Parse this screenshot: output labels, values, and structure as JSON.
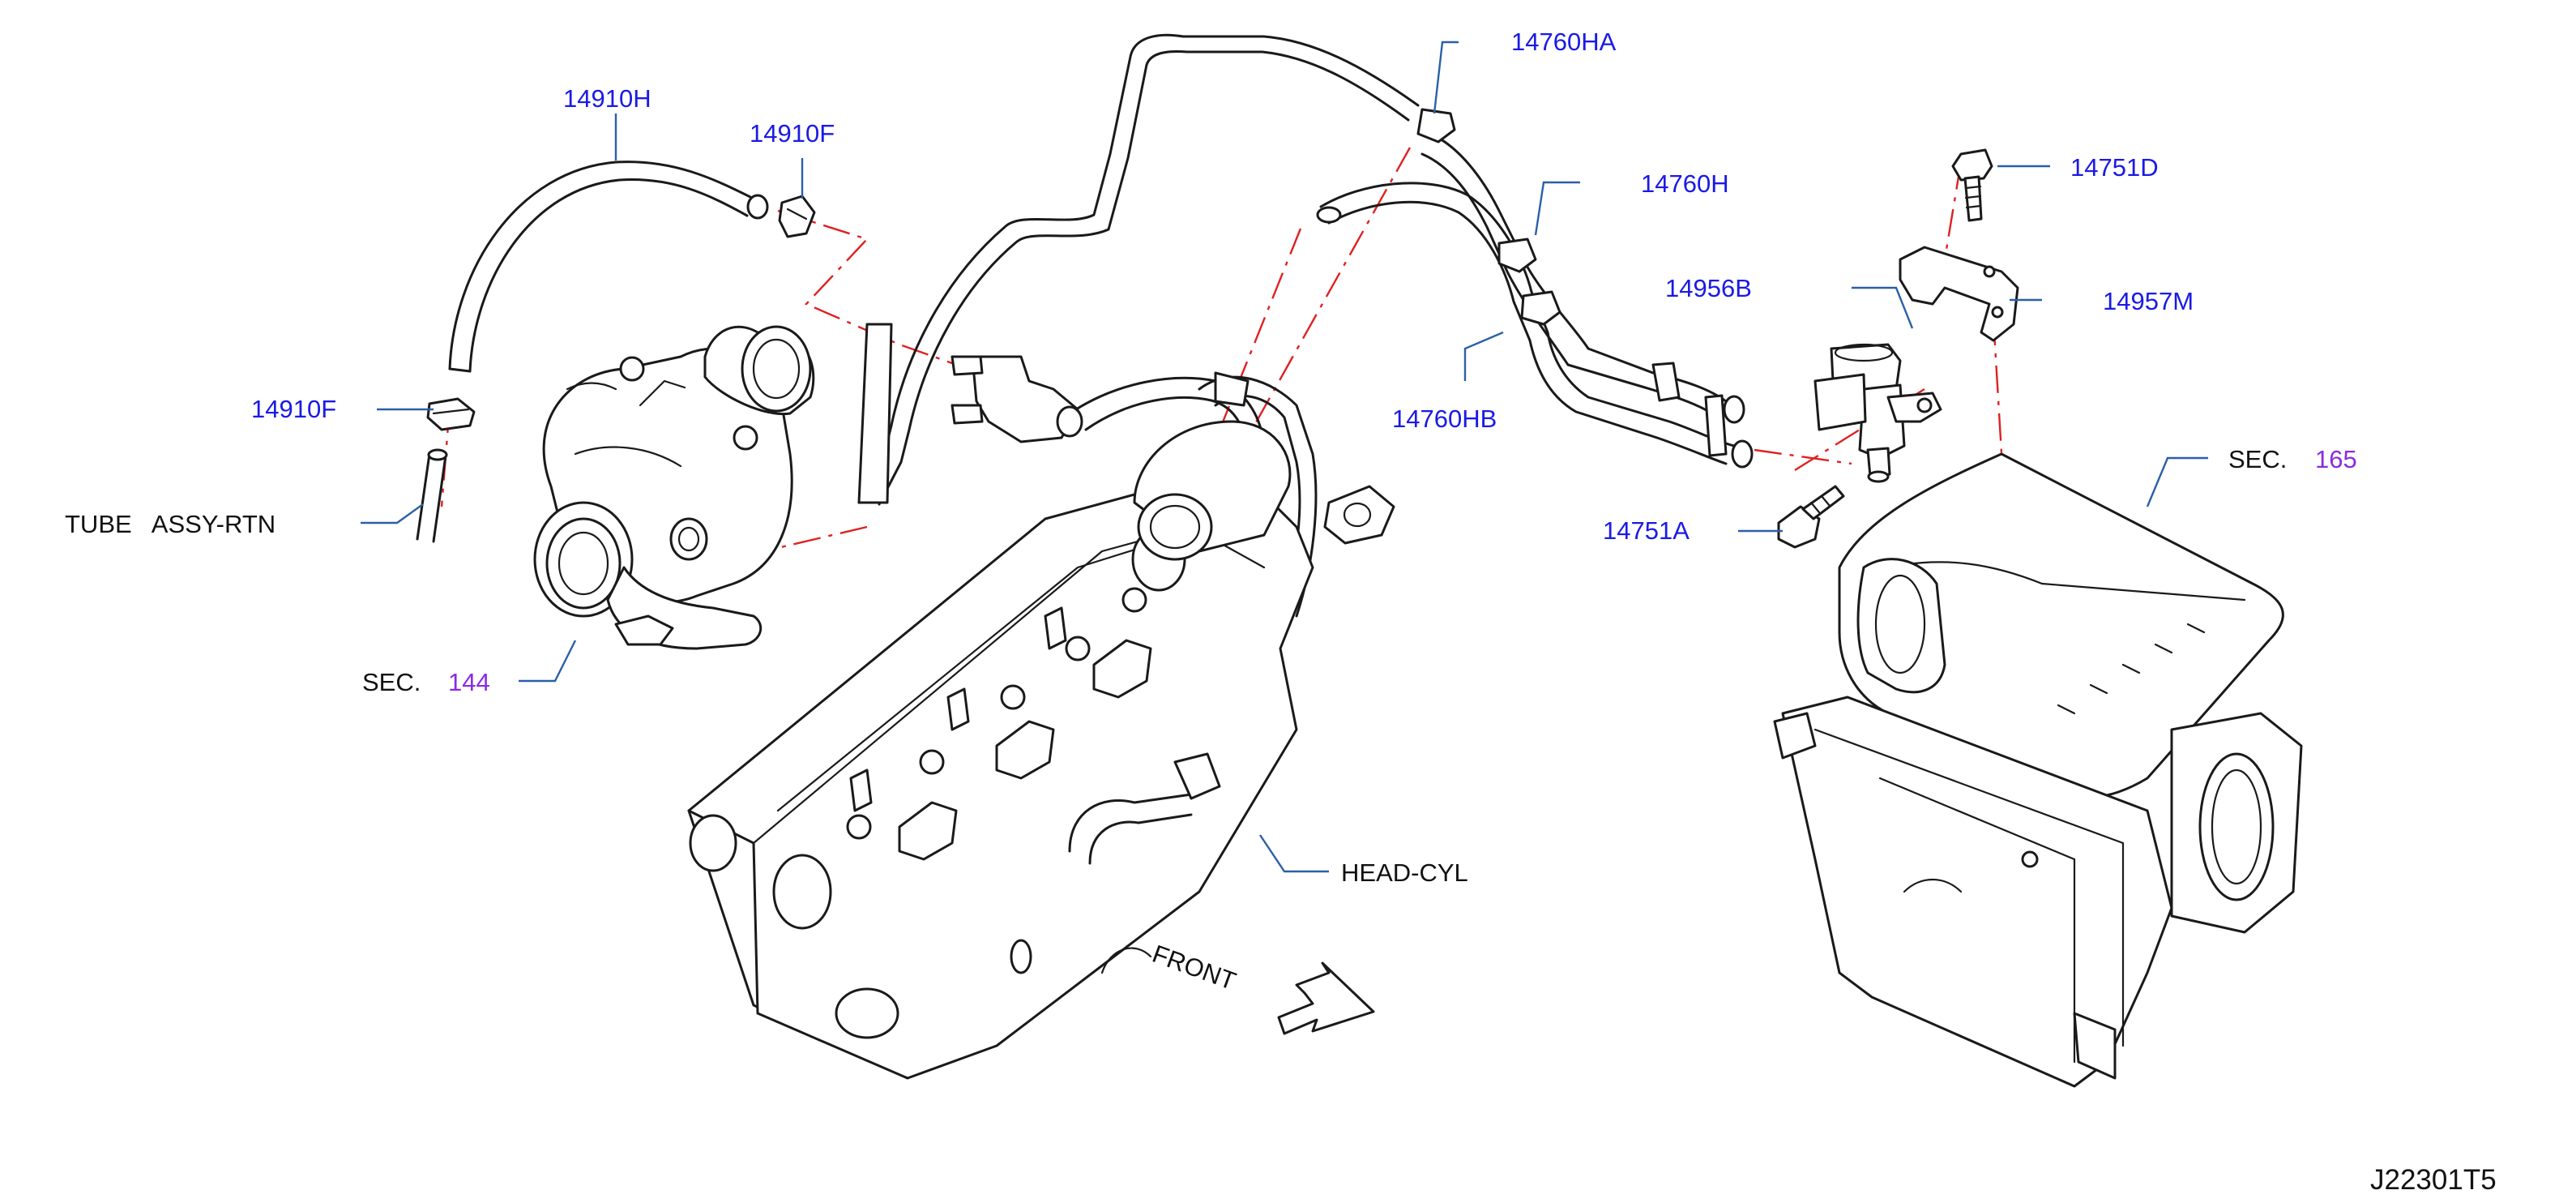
{
  "colors": {
    "part_number": "#1a1ae6",
    "section_number": "#8a2be2",
    "text": "#111111",
    "leader": "#2b5fa8",
    "connection": "#e02020"
  },
  "labels": {
    "p14910H": "14910H",
    "p14910F_top": "14910F",
    "p14910F_left": "14910F",
    "p14760HA": "14760HA",
    "p14760H": "14760H",
    "p14760HB": "14760HB",
    "p14956B": "14956B",
    "p14751D": "14751D",
    "p14957M": "14957M",
    "p14751A": "14751A",
    "tube_assy_rtn": "TUBE   ASSY-RTN",
    "sec_144_prefix": "SEC.",
    "sec_144_num": "144",
    "sec_165_prefix": "SEC.",
    "sec_165_num": "165",
    "head_cyl": "HEAD-CYL",
    "front": "FRONT",
    "figure_code": "J22301T5"
  }
}
